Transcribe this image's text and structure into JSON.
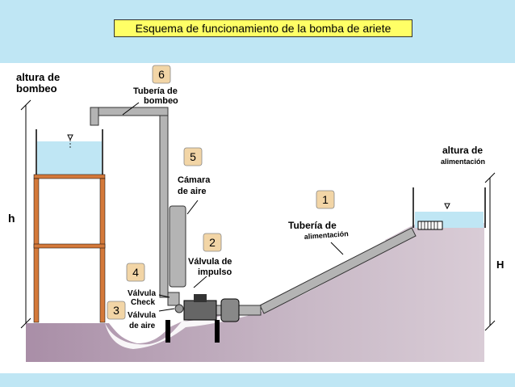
{
  "title": "Esquema de funcionamiento de la bomba de ariete",
  "labels": {
    "altura_bombeo_1": "altura de",
    "altura_bombeo_2": "bombeo",
    "tuberia_bombeo_1": "Tubería de",
    "tuberia_bombeo_2": "bombeo",
    "camara_1": "Cámara",
    "camara_2": "de aire",
    "valvula_impulso_1": "Válvula de",
    "valvula_impulso_2": "impulso",
    "check_1": "Válvula",
    "check_2": "Check",
    "valvula_aire_1": "Válvula",
    "valvula_aire_2": "de aire",
    "tuberia_alim_1": "Tubería de",
    "tuberia_alim_2": "alimentación",
    "altura_alim_1": "altura de",
    "altura_alim_2": "alimentación",
    "h_small": "h",
    "h_big": "H"
  },
  "numbers": [
    "1",
    "2",
    "3",
    "4",
    "5",
    "6"
  ],
  "colors": {
    "band": "#bfe6f4",
    "title_bg": "#ffff66",
    "water": "#bfe6f4",
    "ground": "#b9a4b8",
    "tower": "#d4793a",
    "pipe": "#b4b4b4",
    "badge": "#f2d5a6"
  }
}
